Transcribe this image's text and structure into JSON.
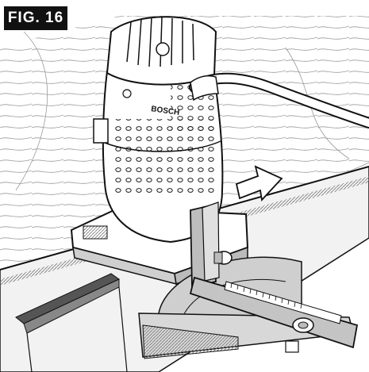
{
  "figure": {
    "label": "FIG. 16",
    "brand_text": "BOSCH",
    "subject": "router-with-edge-guide",
    "feed_direction_icon": "arrow-right-icon",
    "colors": {
      "ink": "#111111",
      "paper": "#ffffff",
      "metal_shade": "#c8c8c8",
      "wood_line": "#9a9a9a"
    }
  }
}
